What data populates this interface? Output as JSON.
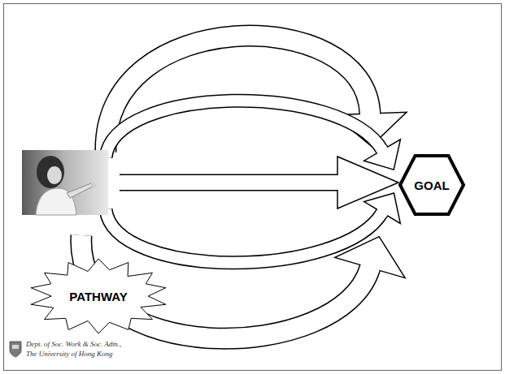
{
  "diagram": {
    "nodes": [
      {
        "text": [
          "GOAL"
        ]
      },
      {
        "text": [
          "PATHWAY"
        ]
      }
    ],
    "labels": [
      "Dept. of Soc. Work & Soc. Adm.,",
      "The University of Hong Kong"
    ]
  }
}
